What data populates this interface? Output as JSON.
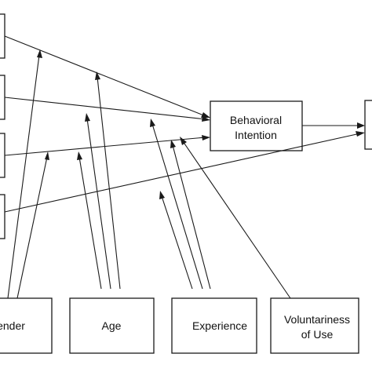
{
  "diagram": {
    "nodes": {
      "behavioral_intention": {
        "line1": "Behavioral",
        "line2": "Intention"
      },
      "gender": {
        "label": "ender"
      },
      "age": {
        "label": "Age"
      },
      "experience": {
        "label": "Experience"
      },
      "voluntariness": {
        "line1": "Voluntariness",
        "line2": "of Use"
      }
    },
    "edges": [
      {
        "from": "construct-1",
        "to": "behavioral-intention"
      },
      {
        "from": "construct-2",
        "to": "behavioral-intention"
      },
      {
        "from": "construct-3",
        "to": "behavioral-intention"
      },
      {
        "from": "construct-4",
        "to": "use-behavior"
      },
      {
        "from": "behavioral-intention",
        "to": "use-behavior"
      },
      {
        "from": "gender",
        "to": "construct-1-path",
        "moderates": true
      },
      {
        "from": "gender",
        "to": "construct-3-path",
        "moderates": true
      },
      {
        "from": "age",
        "to": "construct-1-path",
        "moderates": true
      },
      {
        "from": "age",
        "to": "construct-2-path",
        "moderates": true
      },
      {
        "from": "age",
        "to": "construct-3-path",
        "moderates": true
      },
      {
        "from": "experience",
        "to": "construct-2-path",
        "moderates": true
      },
      {
        "from": "experience",
        "to": "construct-3-path",
        "moderates": true
      },
      {
        "from": "voluntariness",
        "to": "construct-3-path",
        "moderates": true
      }
    ]
  }
}
